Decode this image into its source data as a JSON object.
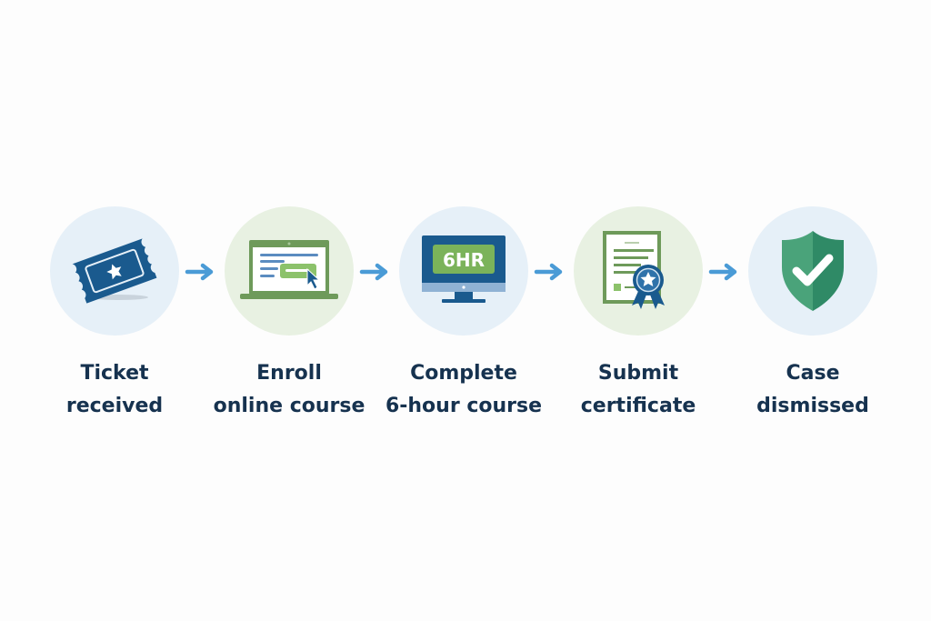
{
  "flow": {
    "title": "Traffic ticket dismissal process",
    "steps": [
      {
        "id": "ticket",
        "line1": "Ticket",
        "line2": "received",
        "icon": "ticket-icon",
        "tone": "blue"
      },
      {
        "id": "enroll",
        "line1": "Enroll",
        "line2": "online course",
        "icon": "laptop-enroll-icon",
        "tone": "green"
      },
      {
        "id": "complete",
        "line1": "Complete",
        "line2": "6-hour course",
        "icon": "monitor-6hr-icon",
        "tone": "blue",
        "screen_text": "6HR"
      },
      {
        "id": "submit",
        "line1": "Submit",
        "line2": "certificate",
        "icon": "certificate-icon",
        "tone": "green"
      },
      {
        "id": "dismissed",
        "line1": "Case",
        "line2": "dismissed",
        "icon": "shield-check-icon",
        "tone": "blue"
      }
    ],
    "connector_icon": "arrow-right-icon"
  },
  "colors": {
    "navy": "#1a5a8e",
    "green": "#6e9a5a",
    "light_green": "#8cc26b",
    "teal_green": "#3f9a6f",
    "arrow_blue": "#4a9bd6",
    "text": "#16324f",
    "circle_blue": "#e6f0f8",
    "circle_green": "#e8f1e2"
  }
}
